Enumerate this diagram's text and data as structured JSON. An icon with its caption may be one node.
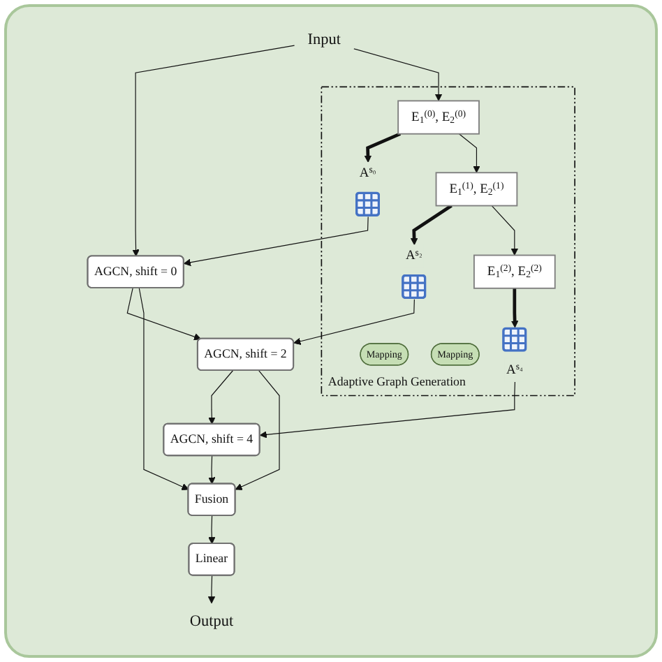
{
  "diagram": {
    "nodes": [
      {
        "text": [
          "Input"
        ]
      },
      {
        "text": [
          "Adaptive Graph Generation"
        ]
      },
      {
        "text": [
          "E$_{1}$$^{(0)}$, E$_{2}$$^{(0)}$"
        ],
        "in": 1
      },
      {
        "text": [
          "Mapping"
        ],
        "in": 1
      },
      {
        "text": [
          "A$^{s₀}$"
        ],
        "in": 1
      },
      {
        "text": [
          "E$_{1}$$^{(1)}$, E$_{2}$$^{(1)}$"
        ],
        "in": 1
      },
      {
        "text": [
          "Mapping"
        ],
        "in": 1
      },
      {
        "text": [
          "A$^{s₂}$"
        ],
        "in": 1
      },
      {
        "text": [
          "E$_{1}$$^{(2)}$, E$_{2}$$^{(2)}$"
        ],
        "in": 1
      },
      {
        "text": [
          "A$^{s₄}$"
        ],
        "in": 1
      },
      {
        "text": [
          "AGCN, shift = 0"
        ]
      },
      {
        "text": [
          "AGCN, shift = 2"
        ]
      },
      {
        "text": [
          "AGCN, shift = 4"
        ]
      },
      {
        "text": [
          "Fusion"
        ]
      },
      {
        "text": [
          "Linear"
        ]
      },
      {
        "text": [
          "Output"
        ]
      }
    ],
    "edges": [
      {
        "from": 0,
        "to": 10,
        "arrow": "to"
      },
      {
        "from": 0,
        "to": 2,
        "arrow": "to"
      },
      {
        "from": 2,
        "to": 4,
        "arrow": "to",
        "style": "thick"
      },
      {
        "from": 4,
        "to": 10,
        "arrow": "to"
      },
      {
        "from": 2,
        "to": 5,
        "arrow": "to"
      },
      {
        "from": 5,
        "to": 7,
        "arrow": "to",
        "style": "thick"
      },
      {
        "from": 7,
        "to": 11,
        "arrow": "to"
      },
      {
        "from": 5,
        "to": 8,
        "arrow": "to"
      },
      {
        "from": 8,
        "to": 9,
        "arrow": "to",
        "style": "thick"
      },
      {
        "from": 9,
        "to": 12,
        "arrow": "to"
      },
      {
        "from": 10,
        "to": 11,
        "arrow": "to"
      },
      {
        "from": 10,
        "to": 13,
        "arrow": "to"
      },
      {
        "from": 11,
        "to": 12,
        "arrow": "to"
      },
      {
        "from": 11,
        "to": 13,
        "arrow": "to"
      },
      {
        "from": 12,
        "to": 13,
        "arrow": "to"
      },
      {
        "from": 13,
        "to": 14,
        "arrow": "to"
      },
      {
        "from": 14,
        "to": 15,
        "arrow": "to"
      }
    ]
  }
}
